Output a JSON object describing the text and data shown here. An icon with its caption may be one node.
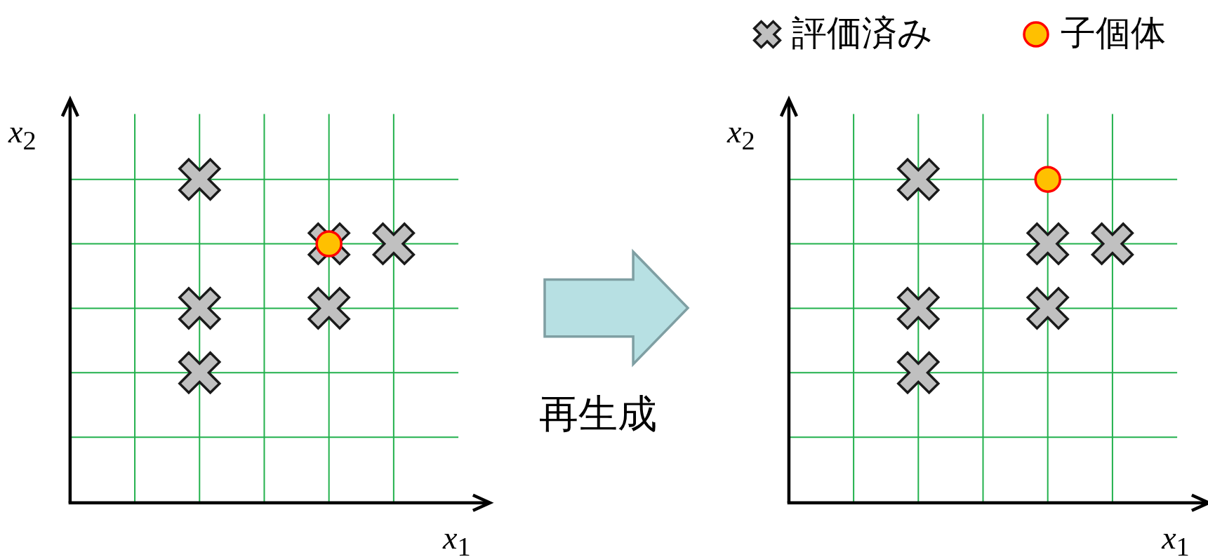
{
  "diagram": {
    "nodes": [
      {
        "text": [
          "*x*$_{2}$",
          "*x*$_{1}$"
        ]
      },
      {
        "text": [
          "*x*$_{2}$",
          "*x*$_{1}$"
        ]
      }
    ],
    "edges": [
      {
        "from": 0,
        "to": 1,
        "arrow": "to",
        "label": "再生成"
      }
    ],
    "legend": [
      {
        "text": "評価済み"
      },
      {
        "text": "子個体"
      }
    ]
  }
}
